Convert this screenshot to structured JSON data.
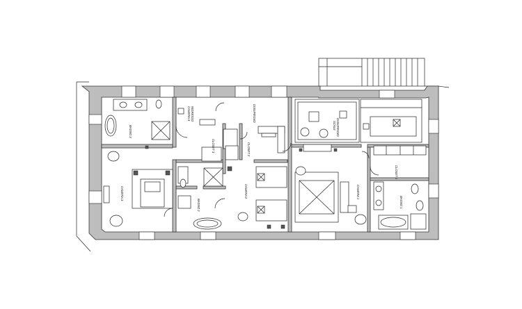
{
  "rooms": {
    "bagno3": "BAGNO 3",
    "ingresso_camera3": "INGRESSO\nCAMERA 3",
    "closet3": "CLOSET 3",
    "closet2": "CLOSET 2",
    "disimpegno1": "DISIMPEGNO",
    "disimpegno_scale": "DISIMPEGNO\nSCALE",
    "camera3": "CAMERA 3",
    "bagno2": "BAGNO 2",
    "camera2": "CAMERA 2",
    "camera1": "CAMERA 1",
    "closet1": "CLOSET 1",
    "bagno1": "BAGNO 1"
  },
  "colors": {
    "wall": "#bdbdbd",
    "line": "#222222",
    "background": "#ffffff"
  }
}
